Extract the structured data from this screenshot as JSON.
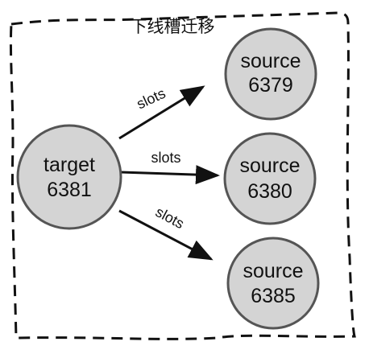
{
  "title": "下线槽迁移",
  "colors": {
    "node_fill": "#d4d4d4",
    "node_stroke": "#555555",
    "edge": "#111111",
    "frame": "#111111"
  },
  "target": {
    "label": "target",
    "port": "6381"
  },
  "sources": [
    {
      "label": "source",
      "port": "6379"
    },
    {
      "label": "source",
      "port": "6380"
    },
    {
      "label": "source",
      "port": "6385"
    }
  ],
  "edges": [
    {
      "label": "slots",
      "to": "6379"
    },
    {
      "label": "slots",
      "to": "6380"
    },
    {
      "label": "slots",
      "to": "6385"
    }
  ]
}
